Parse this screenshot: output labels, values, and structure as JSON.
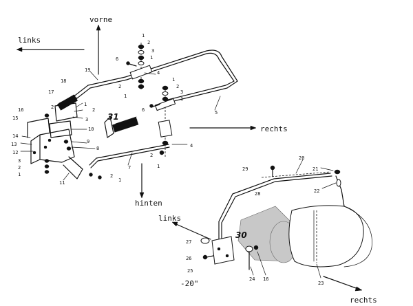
{
  "directions": {
    "vorne": "vorne",
    "links_top": "links",
    "rechts_mid": "rechts",
    "hinten": "hinten",
    "links_bottom": "links",
    "rechts_bottom": "rechts"
  },
  "labels": {
    "n1": "1",
    "n2": "2",
    "n3": "3",
    "n4": "4",
    "n5": "5",
    "n6": "6",
    "n7": "7",
    "n8": "8",
    "n9": "9",
    "n10": "10",
    "n11": "11",
    "n12": "12",
    "n13": "13",
    "n14": "14",
    "n15": "15",
    "n16": "16",
    "n17": "17",
    "n18": "18",
    "n19": "19",
    "n20": "20",
    "n21": "21",
    "n22": "22",
    "n23": "23",
    "n24": "24",
    "n25": "25",
    "n26": "26",
    "n27": "27",
    "n28": "28",
    "n29": "29",
    "n30": "30",
    "n31": "31",
    "minus20": "-20\""
  }
}
